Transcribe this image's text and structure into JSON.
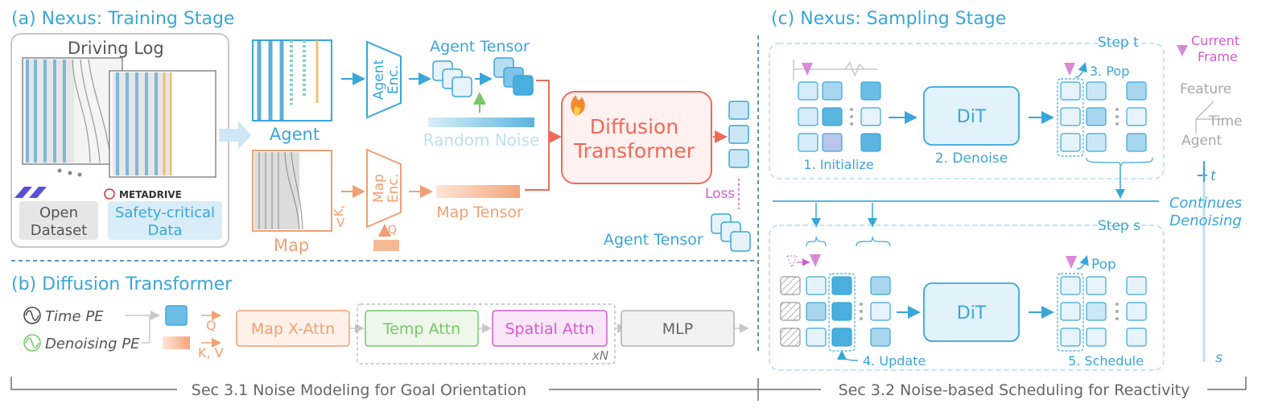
{
  "sections": {
    "a_title": "(a) Nexus: Training Stage",
    "b_title": "(b) Diffusion Transformer",
    "c_title": "(c) Nexus: Sampling Stage"
  },
  "training": {
    "driving_log": "Driving Log",
    "open_dataset_line1": "Open",
    "open_dataset_line2": "Dataset",
    "metadrive": "METADRIVE",
    "safety_line1": "Safety-critical",
    "safety_line2": "Data",
    "agent_label": "Agent",
    "map_label": "Map",
    "agent_enc_line1": "Agent",
    "agent_enc_line2": "Enc.",
    "map_enc_line1": "Map",
    "map_enc_line2": "Enc.",
    "agent_tensor": "Agent Tensor",
    "random_noise": "Random Noise",
    "map_tensor": "Map Tensor",
    "kv_k": "K,",
    "kv_v": "V",
    "q_label": "Q",
    "dt_line1": "Diffusion",
    "dt_line2": "Transformer",
    "loss": "Loss",
    "agent_tensor_out": "Agent Tensor"
  },
  "dit_block": {
    "time_pe": "Time PE",
    "denoising_pe": "Denoising PE",
    "q": "Q",
    "kv": "K, V",
    "map_xattn": "Map X-Attn",
    "temp_attn": "Temp Attn",
    "spatial_attn": "Spatial Attn",
    "mlp": "MLP",
    "xn": "xN"
  },
  "sampling": {
    "step_t": "Step t",
    "step_s": "Step s",
    "initialize": "1. Initialize",
    "dit": "DiT",
    "denoise": "2. Denoise",
    "pop": "3. Pop",
    "update": "4. Update",
    "schedule": "5. Schedule",
    "pop2": "Pop",
    "current_frame_line1": "Current",
    "current_frame_line2": "Frame",
    "axis_feature": "Feature",
    "axis_time": "Time",
    "axis_agent": "Agent",
    "t_mark": "t",
    "s_mark": "s",
    "continues_line1": "Continues",
    "continues_line2": "Denoising"
  },
  "footer": {
    "left": "Sec 3.1 Noise Modeling for Goal Orientation",
    "right": "Sec 3.2 Noise-based Scheduling for Reactivity"
  },
  "colors": {
    "blue": "#3aa6d8",
    "orange": "#f0a073",
    "red": "#ef6a5a",
    "green": "#76c86a",
    "magenta": "#d45ad0",
    "gray": "#9a9a9a"
  }
}
